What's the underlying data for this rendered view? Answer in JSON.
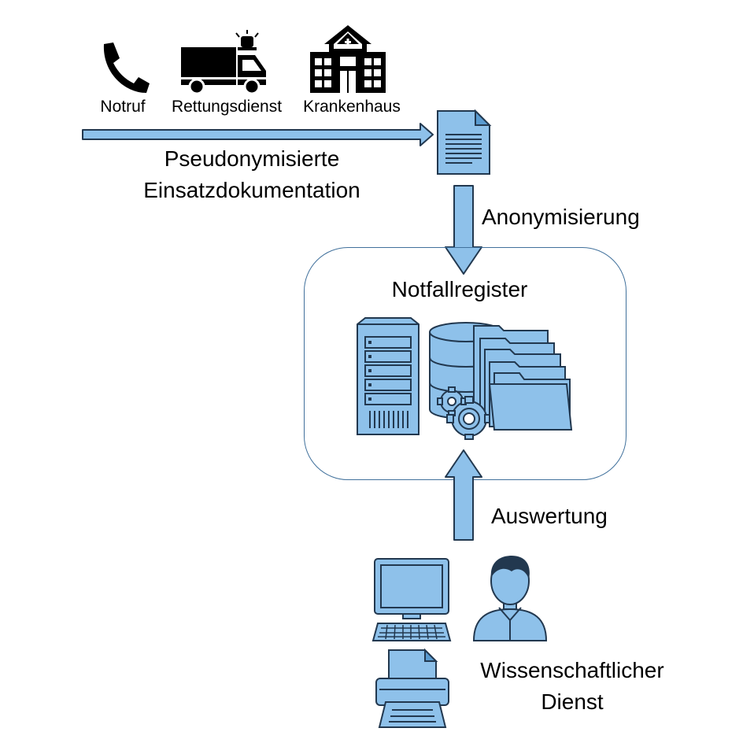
{
  "sources": [
    {
      "label": "Notruf",
      "icon": "phone-icon"
    },
    {
      "label": "Rettungsdienst",
      "icon": "ambulance-icon"
    },
    {
      "label": "Krankenhaus",
      "icon": "hospital-icon"
    }
  ],
  "flow": {
    "input_label": "Pseudonymisierte Einsatzdokumentation",
    "input_line1": "Pseudonymisierte",
    "input_line2": "Einsatzdokumentation",
    "anonymization_label": "Anonymisierung",
    "evaluation_label": "Auswertung"
  },
  "registry": {
    "title": "Notfallregister",
    "icons": [
      "server-icon",
      "database-icon",
      "gears-icon",
      "folders-icon"
    ]
  },
  "research": {
    "label": "Wissenschaftlicher Dienst",
    "line1": "Wissenschaftlicher",
    "line2": "Dienst",
    "icons": [
      "computer-icon",
      "printer-icon",
      "person-icon"
    ]
  },
  "colors": {
    "fill": "#8ec1ea",
    "stroke": "#22384f",
    "box_border": "#41719c"
  }
}
